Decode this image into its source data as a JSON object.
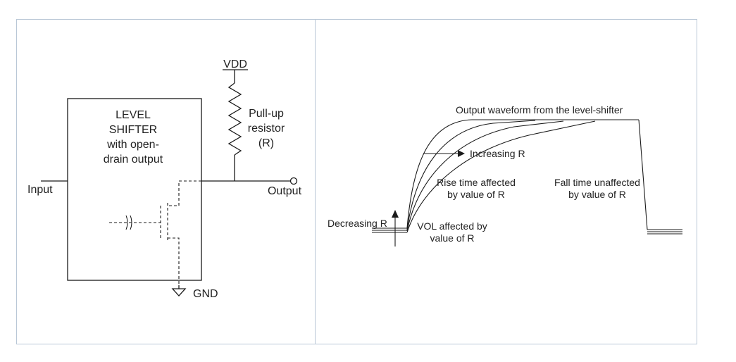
{
  "colors": {
    "frame": "#b9c7d6",
    "ink": "#1a1a1a",
    "text": "#222222"
  },
  "left_panel": {
    "block": {
      "line1": "LEVEL",
      "line2": "SHIFTER",
      "line3": "with open-",
      "line4": "drain output"
    },
    "vdd_label": "VDD",
    "resistor_label": {
      "line1": "Pull-up",
      "line2": "resistor",
      "line3": "(R)"
    },
    "input_label": "Input",
    "output_label": "Output",
    "gnd_label": "GND"
  },
  "right_panel": {
    "waveform_title": "Output waveform from the level-shifter",
    "increasing_label": "Increasing R",
    "rise_label": {
      "line1": "Rise time affected",
      "line2": "by value of R"
    },
    "fall_label": {
      "line1": "Fall time unaffected",
      "line2": "by value of R"
    },
    "decreasing_label": "Decreasing R",
    "vol_label": {
      "line1": "VOL affected by",
      "line2": "value of R"
    }
  }
}
